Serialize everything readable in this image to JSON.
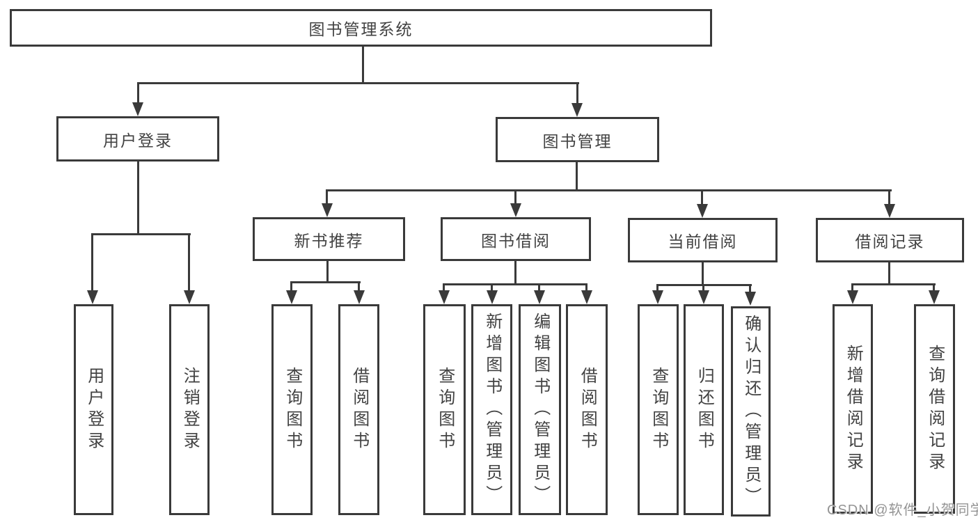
{
  "tree": {
    "root": "图书管理系统",
    "branches": [
      {
        "label": "用户登录",
        "children": [
          "用户登录",
          "注销登录"
        ]
      },
      {
        "label": "图书管理",
        "groups": [
          {
            "label": "新书推荐",
            "children": [
              "查询图书",
              "借阅图书"
            ]
          },
          {
            "label": "图书借阅",
            "children": [
              "查询图书",
              "新增图书（管理员）",
              "编辑图书（管理员）",
              "借阅图书"
            ]
          },
          {
            "label": "当前借阅",
            "children": [
              "查询图书",
              "归还图书",
              "确认归还（管理员）"
            ]
          },
          {
            "label": "借阅记录",
            "children": [
              "新增借阅记录",
              "查询借阅记录"
            ]
          }
        ]
      }
    ]
  },
  "watermark": {
    "text": "CSDN @软件_小贺同学"
  },
  "colors": {
    "line": "#3a3a3a",
    "text": "#424242",
    "background": "#ffffff",
    "watermark": "#949494"
  }
}
